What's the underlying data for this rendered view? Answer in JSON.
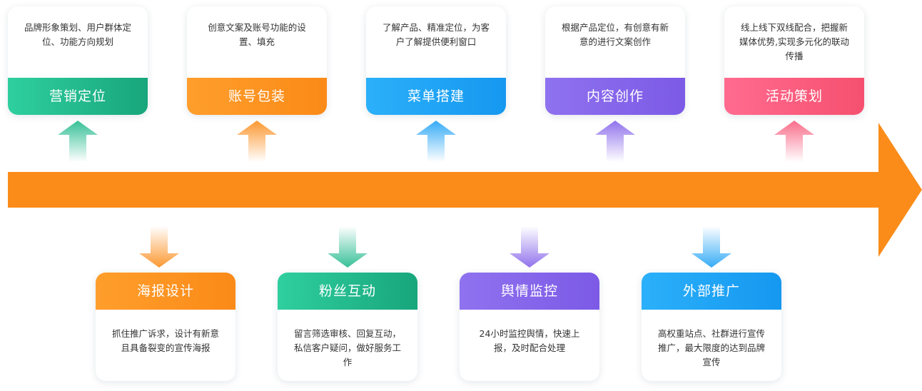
{
  "top_cards": [
    {
      "title": "营销定位",
      "desc": "品牌形象策划、用户群体定位、功能方向规划",
      "color": "green"
    },
    {
      "title": "账号包装",
      "desc": "创意文案及账号功能的设置、填充",
      "color": "orange"
    },
    {
      "title": "菜单搭建",
      "desc": "了解产品、精准定位，为客户了解提供便利窗口",
      "color": "blue"
    },
    {
      "title": "内容创作",
      "desc": "根据产品定位，有创意有新意的进行文案创作",
      "color": "purple"
    },
    {
      "title": "活动策划",
      "desc": "线上线下双线配合，把握新媒体优势,实现多元化的联动传播",
      "color": "pink"
    }
  ],
  "bottom_cards": [
    {
      "title": "海报设计",
      "desc": "抓住推广诉求，设计有新意且具备裂变的宣传海报",
      "color": "orange"
    },
    {
      "title": "粉丝互动",
      "desc": "留言筛选审核、回复互动，私信客户疑问，做好服务工作",
      "color": "green"
    },
    {
      "title": "舆情监控",
      "desc": "24小时监控舆情，快速上报，及时配合处理",
      "color": "purple"
    },
    {
      "title": "外部推广",
      "desc": "高权重站点、社群进行宣传推广，最大限度的达到品牌宣传",
      "color": "blue"
    }
  ],
  "colors": {
    "main_arrow": "#fb8c1a",
    "green": "#20b98b",
    "orange": "#fb8c1a",
    "blue": "#1fa2f5",
    "purple": "#8463ea",
    "pink": "#f85d7d"
  }
}
